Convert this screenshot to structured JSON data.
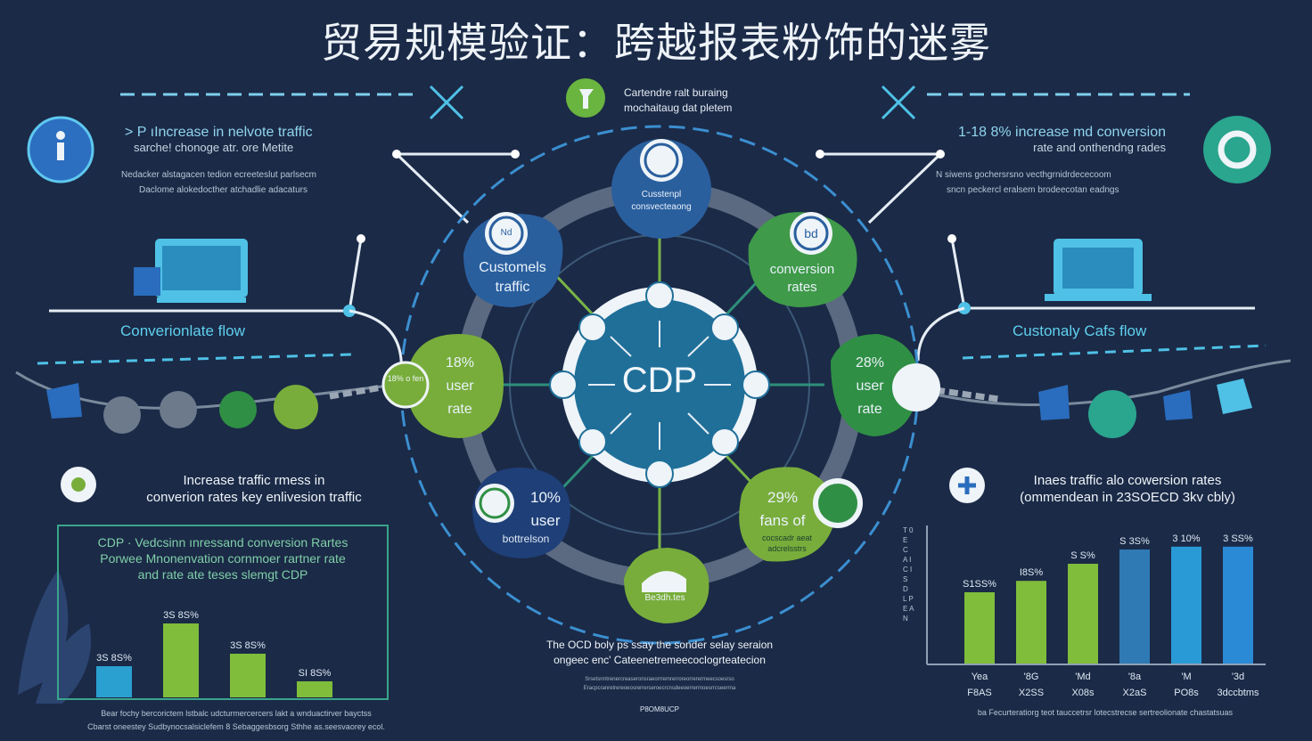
{
  "title": "贸易规模验证：跨越报表粉饰的迷雾",
  "top_center": {
    "line1": "Cartendre ralt buraing",
    "line2": "mochaitaug dat pletem"
  },
  "left_header": {
    "line1": "> P ıIncrease in nelvote traffic",
    "line2": "sarche! chonoge atr. ore Metite",
    "line3": "Nedacker alstagacen tedion ecreeteslut parlsecm",
    "line4": "Daclome alokedocther atchadlie adacaturs"
  },
  "right_header": {
    "line1": "1-18 8% increase md conversion",
    "line2": "rate and onthendng rades",
    "line3": "N siwens gochersrsno vecthgrnidrdececoom",
    "line4": "sncn peckercl eralsem  brodeecotan eadngs"
  },
  "flows": {
    "left": "Converionlate flow",
    "right": "Custonaly Cafs flow"
  },
  "center_label": "CDP",
  "nodes": {
    "top": {
      "l1": "Cusstenpl",
      "l2": "consvecteaong"
    },
    "top_left": {
      "l1": "Customels",
      "l2": "traffic",
      "icon": "Nd"
    },
    "top_right": {
      "l1": "conversion",
      "l2": "rates",
      "icon": "bd"
    },
    "left": {
      "l1": "18%",
      "l2": "user",
      "l3": "rate",
      "badge": "18% o fen"
    },
    "right": {
      "l1": "28%",
      "l2": "user",
      "l3": "rate"
    },
    "bottom_left": {
      "l1": "10%",
      "l2": "user",
      "l3": "bottrelson"
    },
    "bottom_right": {
      "l1": "29%",
      "l2": "fans of",
      "l3": "cocscadr aeat",
      "l4": "adcrelsstrs"
    },
    "bottom": {
      "l1": "Be3dh.tes"
    }
  },
  "left_section": {
    "title1": "Increase traffic rmess in",
    "title2": "converion rates key enlivesion traffic",
    "box1": "CDP · Vedcsinn ınressand conversion Rartes",
    "box2": "Porwee Mnonenvation cornmoer rartner rate",
    "box3": "and rate ate teses slemgt CDP",
    "footer1": "Bear fochy bercorictem lstbalc udcturmercercers lakt a wnduactirver bayctss",
    "footer2": "Cbarst oneestey Sudbynocsalsiclefem 8 Sebaggesbsorg Sthhe as.seesvaorey  ecol."
  },
  "right_section": {
    "title1": "Inaes traffic alo cowersion rates",
    "title2": "(ommendean in 23SOECD 3kv cbly)",
    "yaxis": "T 0 E C A I C I S D L P E A N",
    "footer": "ba Fecurteratiorg teot tauccetrsr lotecstrecse sertreolionate chastatsuas"
  },
  "bottom_center": {
    "line1": "The OCD boly ps ssay the sonder selay seraion",
    "line2": "ongeec enc' Cateenetremeecoclogrteatecion",
    "line3": "Srsetsrmtrenercreaseronsraeorrremrerroreorrerermeecsoesrso",
    "line4": "Eracpcranretrereoeosrerrerseroecrcnsdeeoerrerrnoesrrcseerrna",
    "small": "P8OM8UCP"
  },
  "chart_data": [
    {
      "type": "bar",
      "categories": [
        "",
        "",
        "",
        ""
      ],
      "values": [
        3.5,
        8.3,
        4.9,
        1.8
      ],
      "data_labels": [
        "3S 8S%",
        "3S 8S%",
        "3S 8S%",
        "SI 8S%"
      ],
      "colors": [
        "#2aa0d0",
        "#7fbd3b",
        "#7fbd3b",
        "#7fbd3b"
      ],
      "ylim": [
        0,
        10
      ]
    },
    {
      "type": "bar",
      "categories": [
        "Yea",
        "'8G",
        "'Md",
        "'8a",
        "'M",
        "'3d"
      ],
      "sub_labels": [
        "F8AS",
        "X2SS",
        "X08s",
        "X2aS",
        "PO8s",
        "3dccbtms"
      ],
      "values": [
        5.0,
        5.8,
        7.0,
        8.0,
        8.2,
        8.2
      ],
      "data_labels": [
        "S1SS%",
        "I8S%",
        "S S%",
        "S 3S%",
        "3 10%",
        "3 SS%"
      ],
      "colors": [
        "#7fbd3b",
        "#7fbd3b",
        "#7fbd3b",
        "#2f7ab5",
        "#2a9ad6",
        "#2a8ad6"
      ],
      "ylim": [
        0,
        10
      ]
    }
  ],
  "colors": {
    "background": "#1b2a47",
    "blue": "#2c6aa8",
    "green": "#5f9e3a",
    "cyan": "#4fc1e6"
  }
}
